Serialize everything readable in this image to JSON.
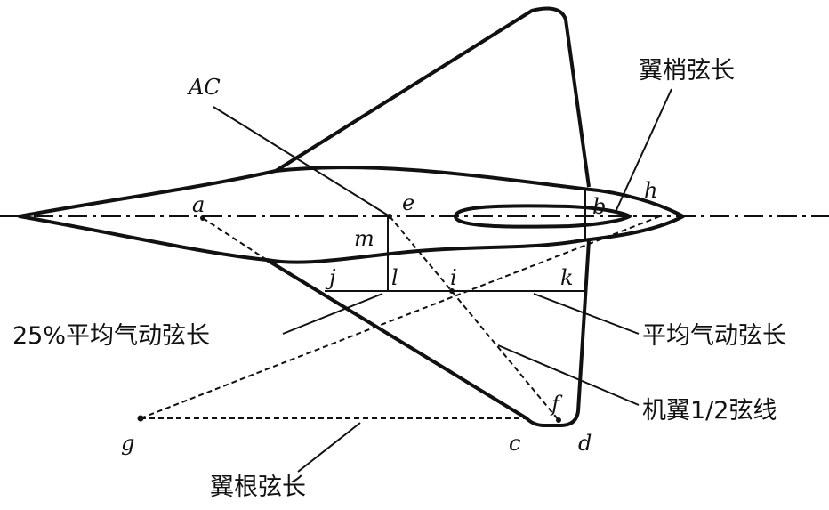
{
  "diagram": {
    "points": {
      "a": "a",
      "b": "b",
      "c": "c",
      "d": "d",
      "e": "e",
      "f": "f",
      "g": "g",
      "h": "h",
      "i": "i",
      "j": "j",
      "k": "k",
      "l": "l",
      "m": "m",
      "ac": "AC"
    },
    "labels": {
      "tip_chord": "翼梢弦长",
      "mac_25": "25%平均气动弦长",
      "mac": "平均气动弦长",
      "half_chord_line": "机翼1/2弦线",
      "root_chord": "翼根弦长"
    }
  }
}
